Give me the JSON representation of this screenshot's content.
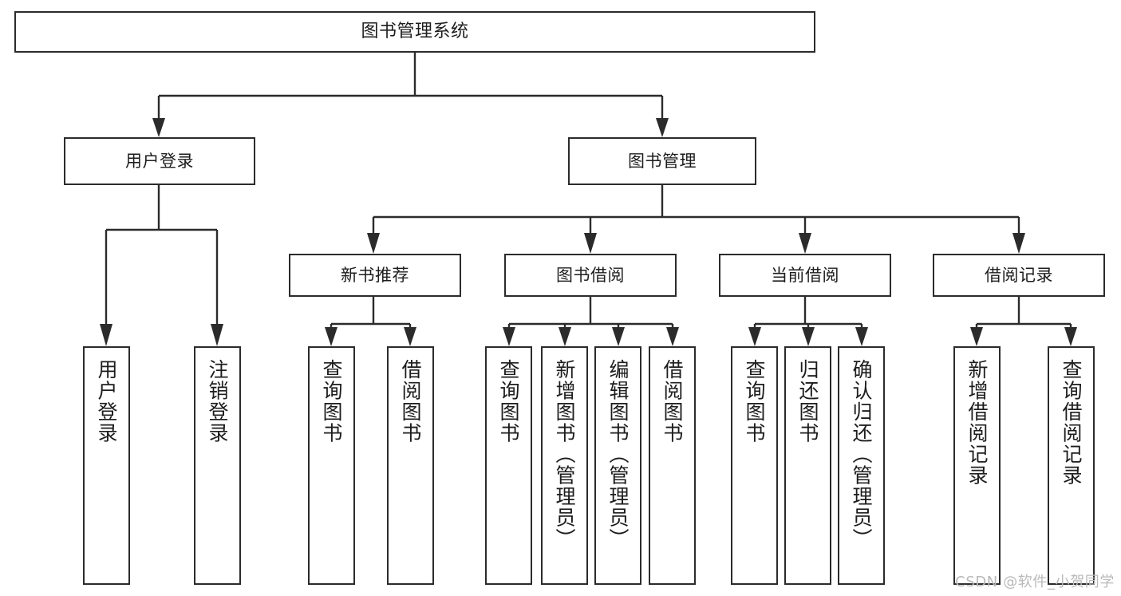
{
  "diagram": {
    "title": "图书管理系统",
    "type": "functional-decomposition-tree",
    "watermark": "CSDN @软件_小贺同学",
    "colors": {
      "stroke": "#2b2b2b",
      "box_fill": "#ffffff",
      "text": "#1d1d1d",
      "background": "#ffffff",
      "watermark": "#b9b9b9"
    },
    "nodes": {
      "root": {
        "label": "图书管理系统"
      },
      "level2": [
        {
          "label": "用户登录"
        },
        {
          "label": "图书管理"
        }
      ],
      "level3": [
        {
          "label": "新书推荐"
        },
        {
          "label": "图书借阅"
        },
        {
          "label": "当前借阅"
        },
        {
          "label": "借阅记录"
        }
      ],
      "leaves_user_login": [
        {
          "label": "用户登录"
        },
        {
          "label": "注销登录"
        }
      ],
      "leaves_new_book": [
        {
          "label": "查询图书"
        },
        {
          "label": "借阅图书"
        }
      ],
      "leaves_borrow": [
        {
          "label": "查询图书"
        },
        {
          "label": "新增图书（管理员）"
        },
        {
          "label": "编辑图书（管理员）"
        },
        {
          "label": "借阅图书"
        }
      ],
      "leaves_current": [
        {
          "label": "查询图书"
        },
        {
          "label": "归还图书"
        },
        {
          "label": "确认归还（管理员）"
        }
      ],
      "leaves_record": [
        {
          "label": "新增借阅记录"
        },
        {
          "label": "查询借阅记录"
        }
      ]
    }
  }
}
